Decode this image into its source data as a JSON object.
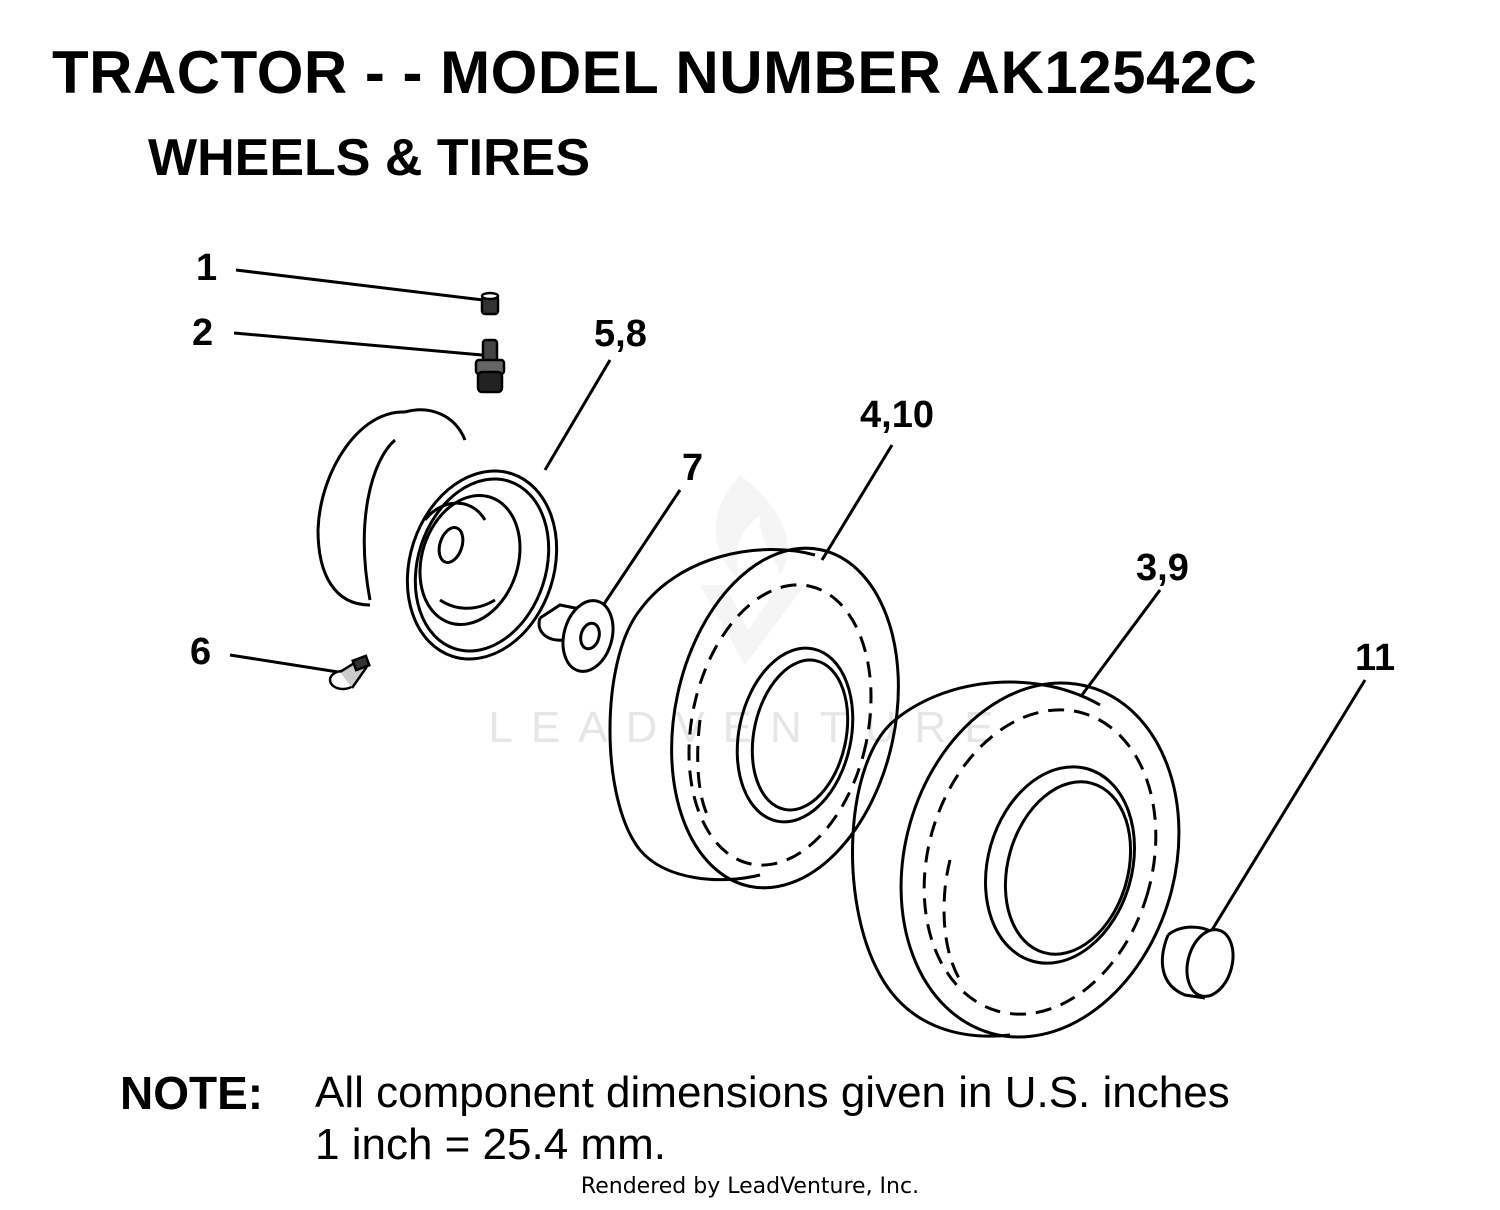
{
  "title": "TRACTOR - - MODEL NUMBER AK12542C",
  "subtitle": "WHEELS & TIRES",
  "callouts": {
    "c1": "1",
    "c2": "2",
    "c58": "5,8",
    "c7": "7",
    "c410": "4,10",
    "c39": "3,9",
    "c11": "11",
    "c6": "6"
  },
  "watermark": "LEADVENTURE",
  "note": {
    "label": "NOTE:",
    "line1": "All component dimensions given in U.S. inches",
    "line2": "1 inch = 25.4 mm."
  },
  "footer": "Rendered by LeadVenture, Inc."
}
